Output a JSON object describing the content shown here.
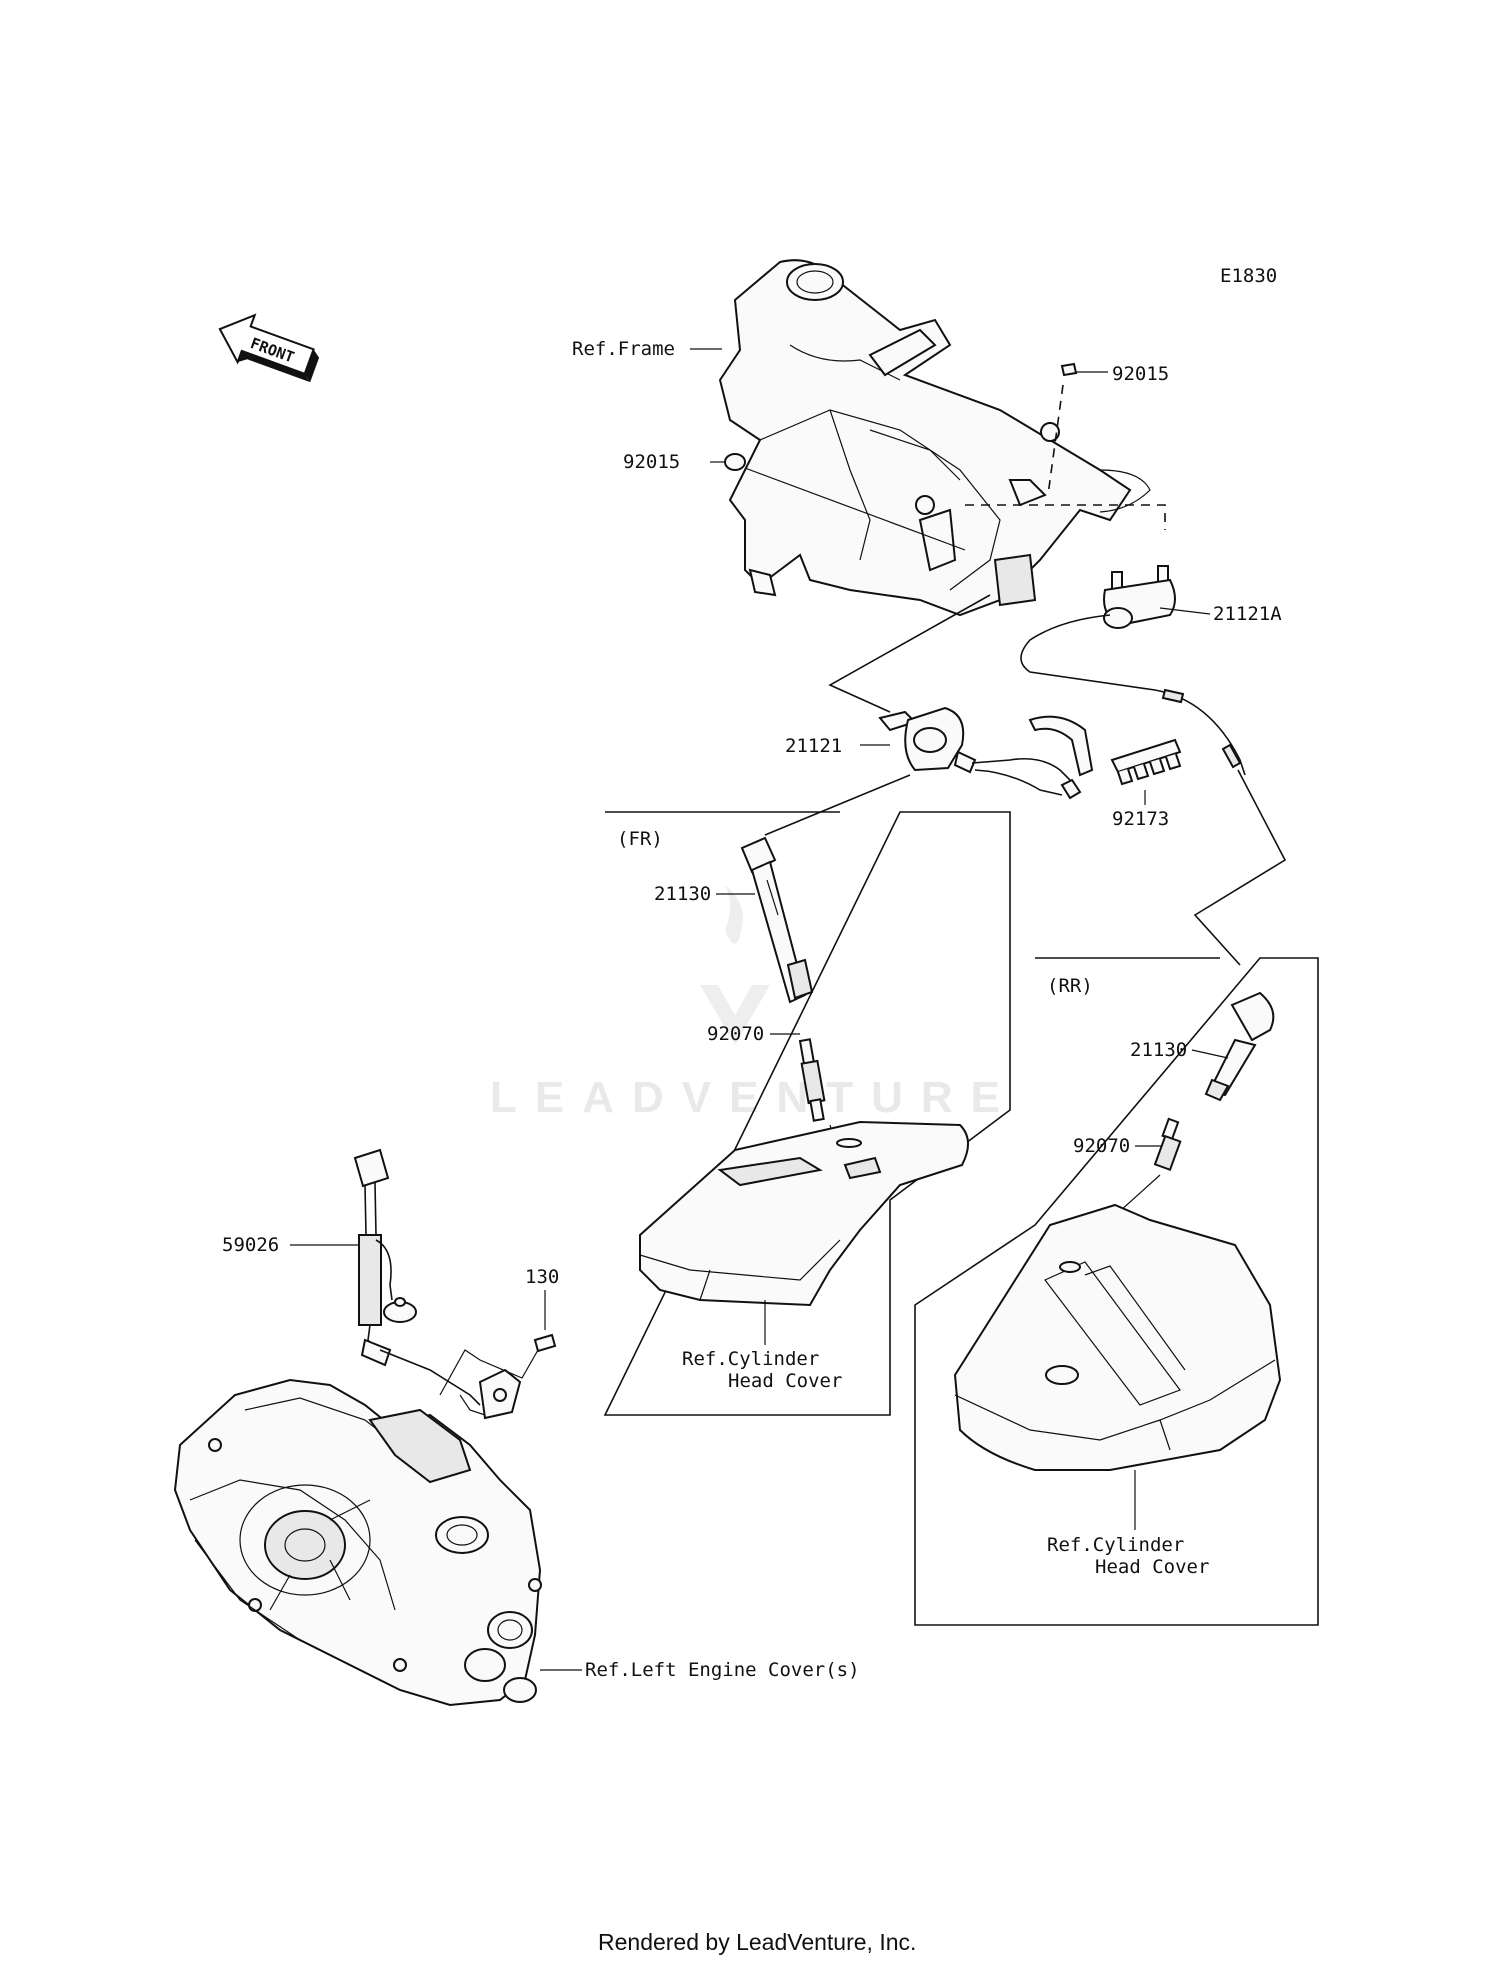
{
  "diagram_code": "E1830",
  "front_arrow": {
    "text": "FRONT",
    "icon": "front-direction-arrow"
  },
  "callouts": {
    "ref_frame": "Ref.Frame",
    "p92015_top": "92015",
    "p92015_left": "92015",
    "p21121A": "21121A",
    "p21121": "21121",
    "p92173": "92173",
    "p21130_fr": "21130",
    "p92070_fr": "92070",
    "p21130_rr": "21130",
    "p92070_rr": "92070",
    "p59026": "59026",
    "p130": "130",
    "ref_cyl_fr_line1": "Ref.Cylinder",
    "ref_cyl_fr_line2": "Head Cover",
    "ref_cyl_rr_line1": "Ref.Cylinder",
    "ref_cyl_rr_line2": "Head Cover",
    "ref_left_engine_cover": "Ref.Left Engine Cover(s)"
  },
  "boxes": {
    "front_label": "(FR)",
    "rear_label": "(RR)"
  },
  "watermark": "LEADVENTURE",
  "footer": "Rendered by LeadVenture, Inc."
}
